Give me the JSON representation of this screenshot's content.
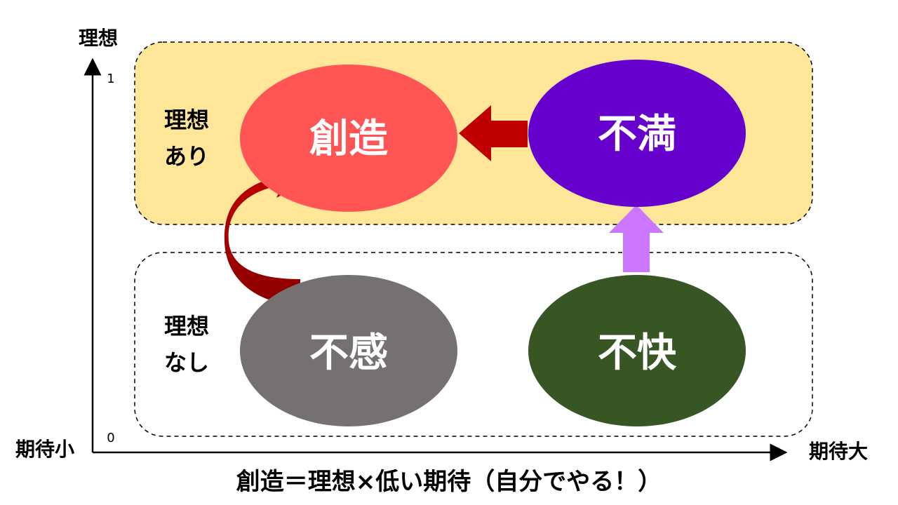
{
  "axes": {
    "y_label": "理想",
    "x_left_label": "期待小",
    "x_right_label": "期待大",
    "y_tick_top": "1",
    "y_tick_bottom": "0"
  },
  "rows": {
    "top": {
      "line1": "理想",
      "line2": "あり",
      "fill": "#FFE699"
    },
    "bottom": {
      "line1": "理想",
      "line2": "なし",
      "fill": "#FFFFFF"
    }
  },
  "nodes": {
    "create": {
      "label": "創造",
      "color": "#FF5555"
    },
    "discontent": {
      "label": "不満",
      "color": "#6600CC"
    },
    "numb": {
      "label": "不感",
      "color": "#767171"
    },
    "unpleasant": {
      "label": "不快",
      "color": "#375623"
    }
  },
  "arrows": {
    "discontent_to_create": {
      "color": "#C00000"
    },
    "unpleasant_to_discontent": {
      "color": "#CC77FF"
    },
    "numb_to_create": {
      "color": "#C00000"
    }
  },
  "caption": "創造＝理想×低い期待（自分でやる！）"
}
